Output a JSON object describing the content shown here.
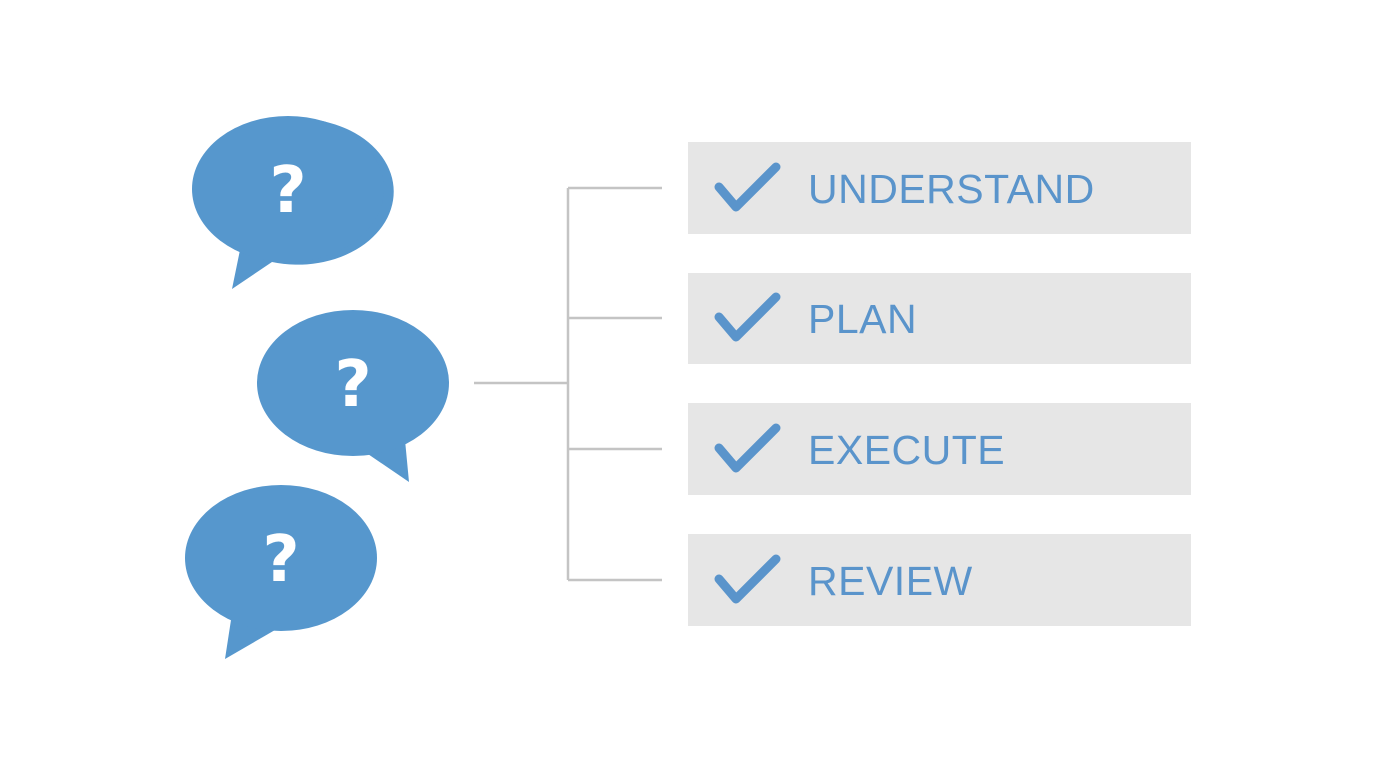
{
  "colors": {
    "bubble": "#5697CD",
    "bubble_text": "#FFFFFF",
    "connector": "#C4C4C4",
    "step_background": "#E6E6E6",
    "step_text": "#5A94CB",
    "check": "#5A94CB",
    "page_background": "#FFFFFF"
  },
  "questions": [
    {
      "symbol": "?",
      "icon": "speech-bubble-icon"
    },
    {
      "symbol": "?",
      "icon": "speech-bubble-icon"
    },
    {
      "symbol": "?",
      "icon": "speech-bubble-icon"
    }
  ],
  "steps": [
    {
      "label": "UNDERSTAND",
      "icon": "checkmark-icon"
    },
    {
      "label": "PLAN",
      "icon": "checkmark-icon"
    },
    {
      "label": "EXECUTE",
      "icon": "checkmark-icon"
    },
    {
      "label": "REVIEW",
      "icon": "checkmark-icon"
    }
  ]
}
